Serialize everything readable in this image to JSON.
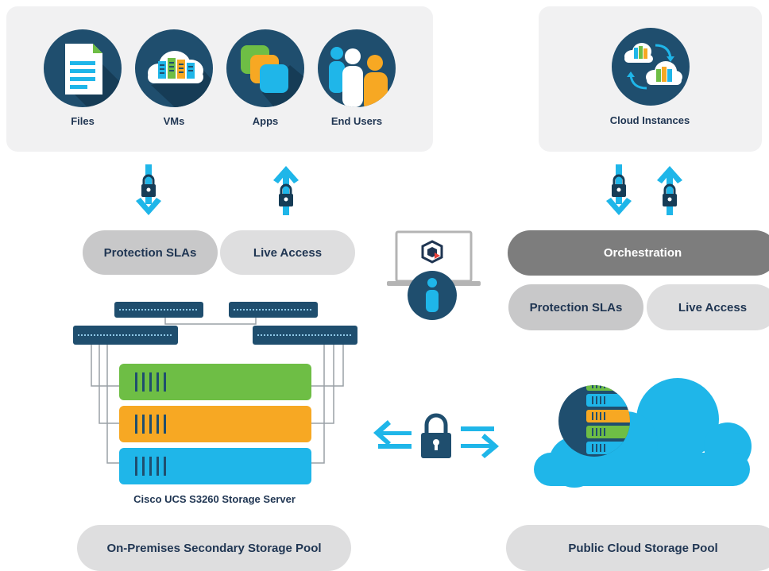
{
  "on_premises": {
    "sources": [
      {
        "label": "Files",
        "icon": "file-icon"
      },
      {
        "label": "VMs",
        "icon": "vm-cloud-icon"
      },
      {
        "label": "Apps",
        "icon": "apps-icon"
      },
      {
        "label": "End Users",
        "icon": "users-icon"
      }
    ],
    "protection_label": "Protection SLAs",
    "live_access_label": "Live Access",
    "server_caption": "Cisco UCS S3260 Storage Server",
    "pool_label": "On-Premises Secondary Storage Pool"
  },
  "cloud": {
    "instances_label": "Cloud Instances",
    "orchestration_label": "Orchestration",
    "protection_label": "Protection SLAs",
    "live_access_label": "Live Access",
    "pool_label": "Public Cloud Storage Pool"
  },
  "colors": {
    "navy": "#1f4e6e",
    "cyan": "#1fb6e9",
    "green": "#6ebe45",
    "orange": "#f7a823",
    "panel": "#f1f1f2",
    "pill_grey": "#c8c8c9",
    "pill_dark": "#7d7d7d"
  }
}
